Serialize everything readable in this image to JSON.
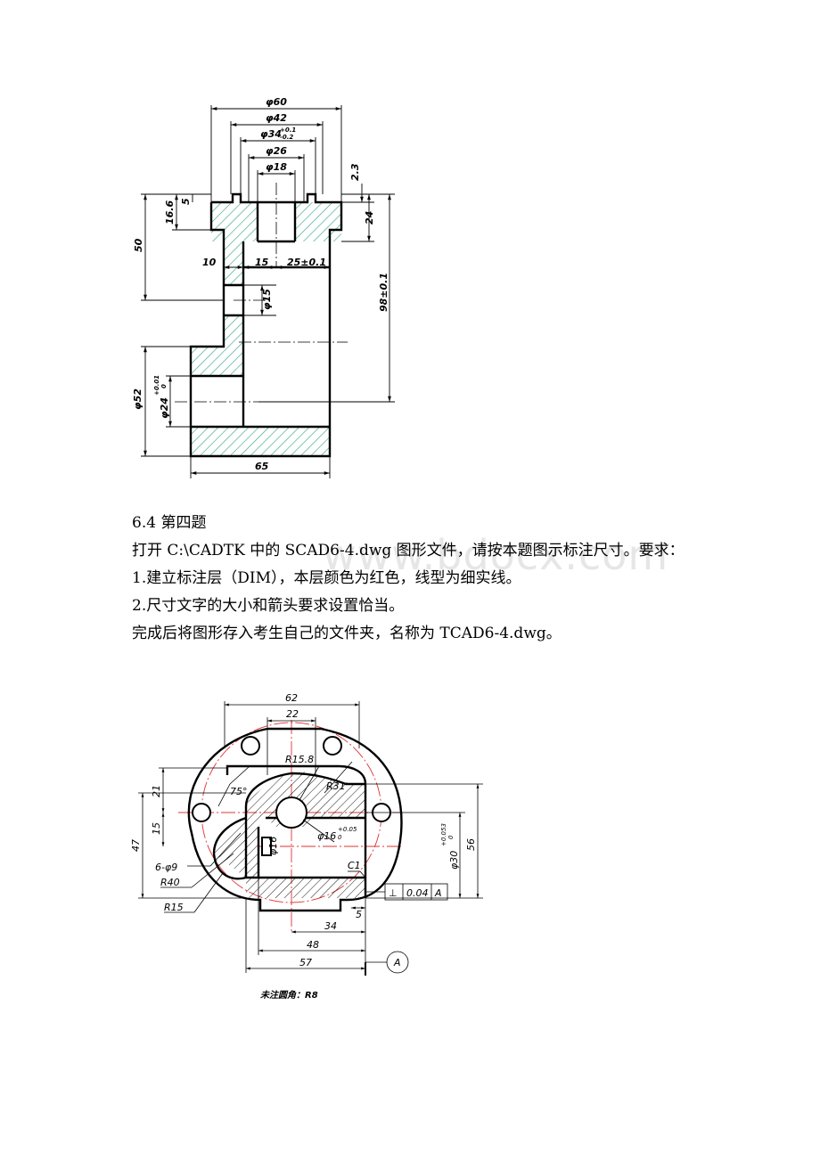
{
  "watermark": "www.bdocx.com",
  "figure1": {
    "dims": {
      "d60": "φ60",
      "d42": "φ42",
      "d34": "φ34",
      "d34_tol_up": "+0.1",
      "d34_tol_lo": "-0.2",
      "d26": "φ26",
      "d18": "φ18",
      "v23": "2.3",
      "v5": "5",
      "v166": "16.6",
      "v24": "24",
      "v50": "50",
      "v10": "10",
      "v15": "15",
      "v25": "25±0.1",
      "v98": "98±0.1",
      "d15": "φ15",
      "d52": "φ52",
      "d24": "φ24",
      "d24_tol_up": "+0.01",
      "d24_tol_lo": "0",
      "v65": "65"
    }
  },
  "text": {
    "heading": "6.4 第四题",
    "line1": "打开 C:\\CADTK 中的 SCAD6-4.dwg 图形文件，请按本题图示标注尺寸。要求：",
    "line2": "1.建立标注层（DIM），本层颜色为红色，线型为细实线。",
    "line3": "2.尺寸文字的大小和箭头要求设置恰当。",
    "line4": "完成后将图形存入考生自己的文件夹，名称为 TCAD6-4.dwg。"
  },
  "figure2": {
    "dims": {
      "v62": "62",
      "v22": "22",
      "r158": "R15.8",
      "r31": "R31",
      "a75": "75°",
      "v21": "21",
      "v15": "15",
      "v47": "47",
      "holes": "6-φ9",
      "r40": "R40",
      "r15": "R15",
      "d16a": "φ16",
      "d16b": "φ16",
      "d16_tol_up": "+0.05",
      "d16_tol_lo": "0",
      "c1": "C1",
      "d30": "φ30",
      "d30_tol_up": "+0.053",
      "d30_tol_lo": "0",
      "v56": "56",
      "gdt_sym": "⊥",
      "gdt_tol": "0.04",
      "gdt_datum": "A",
      "v5": "5",
      "v34": "34",
      "v48": "48",
      "v57": "57",
      "datum_label": "A"
    },
    "note": "未注圆角：R8"
  },
  "colors": {
    "hatch": "#3aa88a",
    "centerline": "#e03030",
    "ink": "#000000"
  }
}
